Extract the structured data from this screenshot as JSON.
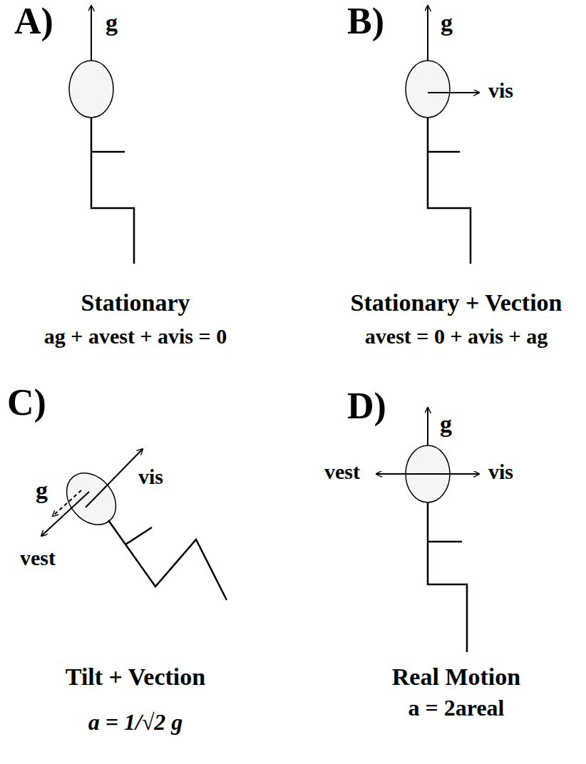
{
  "diagram": {
    "labels": [
      "A)",
      "g",
      "Stationary",
      "ag + avest + avis = 0",
      "B)",
      "g",
      "vis",
      "Stationary + Vection",
      "avest = 0 + avis + ag",
      "C)",
      "vis",
      "g",
      "vest",
      "Tilt + Vection",
      "a = 1/√2 g",
      "D)",
      "g",
      "vest",
      "vis",
      "Real Motion",
      "a = 2areal"
    ]
  }
}
